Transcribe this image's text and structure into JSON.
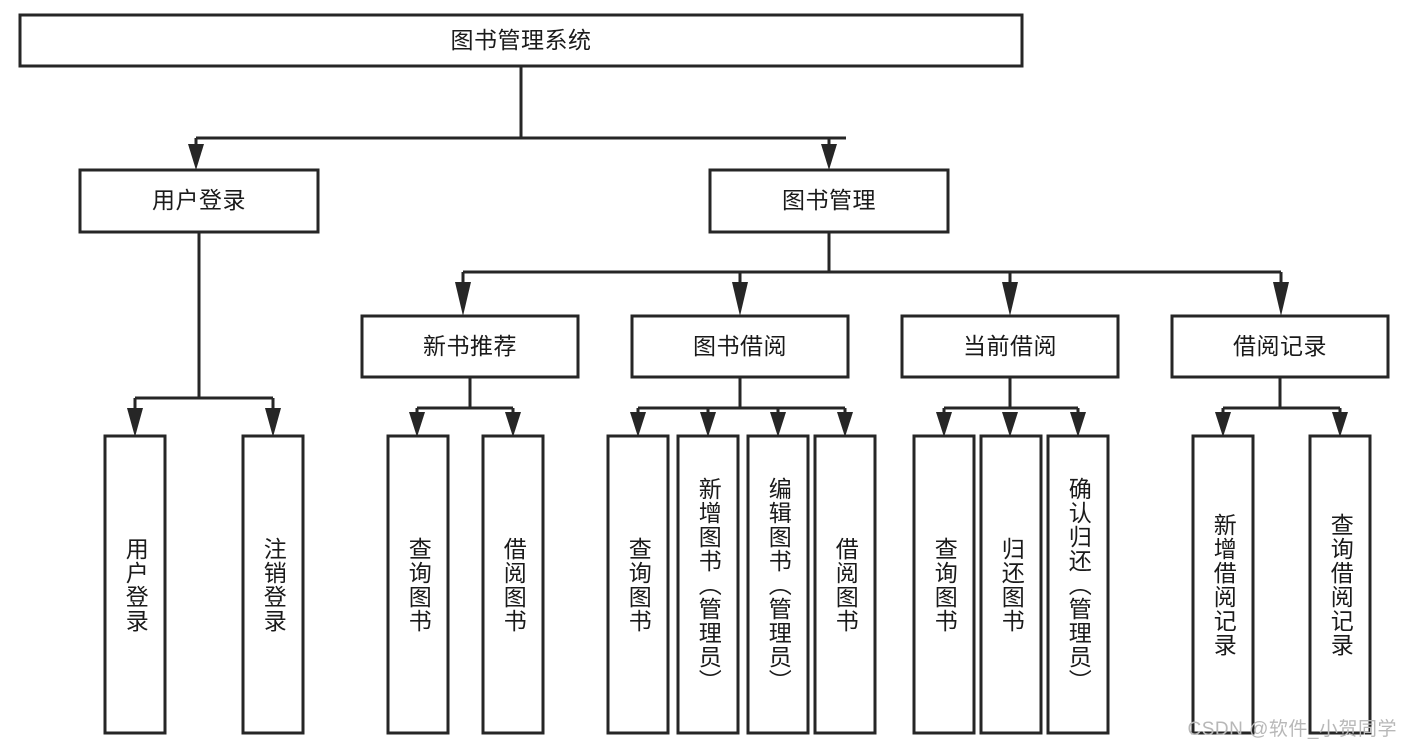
{
  "diagram": {
    "title": "图书管理系统",
    "type": "tree-hierarchy-diagram",
    "watermark": "CSDN @软件_小贺同学",
    "colors": {
      "stroke": "#262626",
      "fill": "#ffffff",
      "text": "#1a1a1a",
      "watermark": "#b8b8b8",
      "background": "#ffffff"
    },
    "nodes": {
      "root": {
        "label": "图书管理系统",
        "orientation": "horizontal"
      },
      "level2": [
        {
          "label": "用户登录",
          "orientation": "horizontal"
        },
        {
          "label": "图书管理",
          "orientation": "horizontal"
        }
      ],
      "level3": [
        {
          "label": "新书推荐",
          "orientation": "horizontal"
        },
        {
          "label": "图书借阅",
          "orientation": "horizontal"
        },
        {
          "label": "当前借阅",
          "orientation": "horizontal"
        },
        {
          "label": "借阅记录",
          "orientation": "horizontal"
        }
      ],
      "leaves": {
        "user_login": [
          {
            "label": "用户登录",
            "orientation": "vertical"
          },
          {
            "label": "注销登录",
            "orientation": "vertical"
          }
        ],
        "new_book_recommend": [
          {
            "label": "查询图书",
            "orientation": "vertical"
          },
          {
            "label": "借阅图书",
            "orientation": "vertical"
          }
        ],
        "book_borrow": [
          {
            "label": "查询图书",
            "orientation": "vertical"
          },
          {
            "label": "新增图书（管理员）",
            "orientation": "vertical"
          },
          {
            "label": "编辑图书（管理员）",
            "orientation": "vertical"
          },
          {
            "label": "借阅图书",
            "orientation": "vertical"
          }
        ],
        "current_borrow": [
          {
            "label": "查询图书",
            "orientation": "vertical"
          },
          {
            "label": "归还图书",
            "orientation": "vertical"
          },
          {
            "label": "确认归还（管理员）",
            "orientation": "vertical"
          }
        ],
        "borrow_record": [
          {
            "label": "新增借阅记录",
            "orientation": "vertical"
          },
          {
            "label": "查询借阅记录",
            "orientation": "vertical"
          }
        ]
      }
    }
  }
}
